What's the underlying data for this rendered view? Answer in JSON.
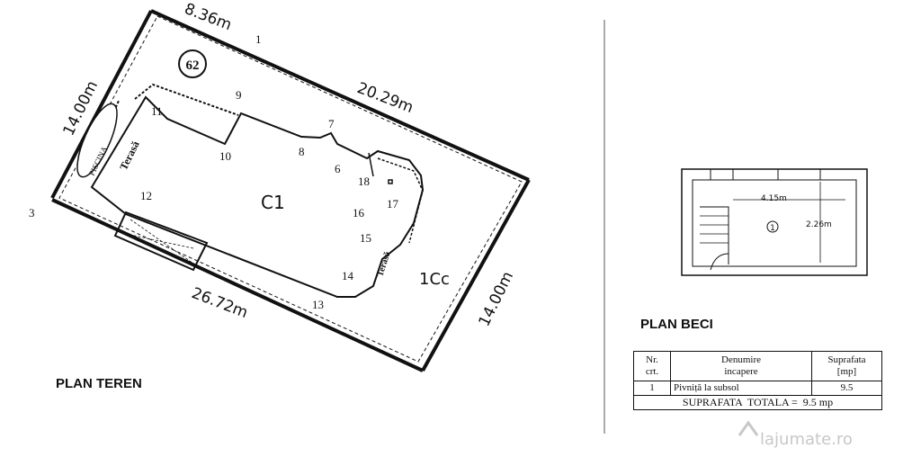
{
  "plan_teren": {
    "title": "PLAN TEREN",
    "lot_number": "62",
    "dimensions": {
      "top_left": "8.36m",
      "top": "20.29m",
      "left": "14.00m",
      "bottom": "26.72m",
      "right": "14.00m"
    },
    "points": {
      "p1": "1",
      "p3": "3",
      "p6": "6",
      "p7": "7",
      "p8": "8",
      "p9": "9",
      "p10": "10",
      "p11": "11",
      "p12": "12",
      "p13": "13",
      "p14": "14",
      "p15": "15",
      "p16": "16",
      "p17": "17",
      "p18": "18"
    },
    "labels": {
      "building": "C1",
      "yard": "1Cc",
      "pool": "PISCINA",
      "terrace_left": "Terasă",
      "terrace_right": "Terasă"
    }
  },
  "plan_beci": {
    "title": "PLAN BECI",
    "room_number": "1",
    "width": "4.15m",
    "height": "2.26m"
  },
  "table": {
    "headers": [
      "Nr.\ncrt.",
      "Denumire\nincapere",
      "Suprafata\n[mp]"
    ],
    "rows": [
      [
        "1",
        "Pivniță la subsol",
        "9.5"
      ]
    ],
    "total": "SUPRAFATA  TOTALA =  9.5 mp"
  },
  "watermark": "lajumate.ro",
  "colors": {
    "ink": "#111111",
    "watermark": "#c8c8c8"
  }
}
